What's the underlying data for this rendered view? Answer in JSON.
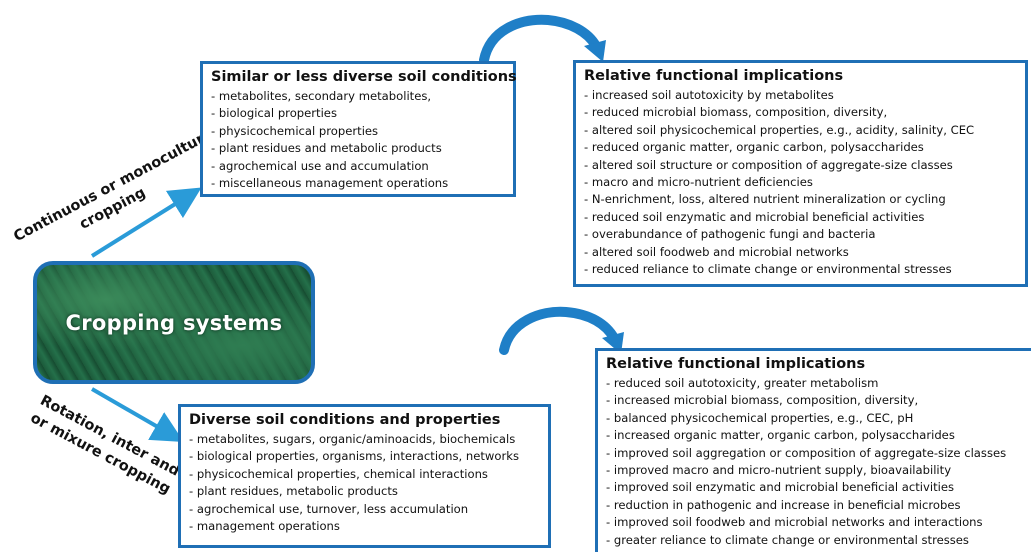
{
  "center": {
    "label": "Cropping systems"
  },
  "branch_continuous": {
    "label_line1": "Continuous or monoculture",
    "label_line2": "cropping"
  },
  "branch_rotation": {
    "label_line1": "Rotation, inter and",
    "label_line2": "or mixure cropping"
  },
  "similar_box": {
    "title": "Similar or less diverse soil conditions",
    "items": [
      "- metabolites, secondary metabolites,",
      "- biological properties",
      "- physicochemical properties",
      "- plant residues and metabolic products",
      "- agrochemical use and accumulation",
      "- miscellaneous management operations"
    ]
  },
  "implications_1": {
    "title": "Relative functional implications",
    "items": [
      "- increased soil autotoxicity by metabolites",
      "- reduced microbial biomass, composition, diversity,",
      "- altered soil physicochemical properties, e.g., acidity, salinity, CEC",
      "- reduced organic matter, organic carbon, polysaccharides",
      "- altered soil structure or composition of aggregate-size classes",
      "- macro and micro-nutrient deficiencies",
      "- N-enrichment, loss, altered nutrient mineralization or cycling",
      "- reduced soil enzymatic and microbial beneficial activities",
      "- overabundance of pathogenic fungi and bacteria",
      "- altered soil foodweb and microbial networks",
      "- reduced reliance to climate change or environmental stresses"
    ]
  },
  "diverse_box": {
    "title": "Diverse soil conditions and properties",
    "items": [
      "- metabolites, sugars, organic/aminoacids, biochemicals",
      "- biological properties, organisms, interactions, networks",
      "- physicochemical properties, chemical interactions",
      "- plant residues, metabolic products",
      "- agrochemical use, turnover, less accumulation",
      "- management operations"
    ]
  },
  "implications_2": {
    "title": "Relative functional implications",
    "items": [
      "- reduced soil autotoxicity, greater metabolism",
      "- increased microbial biomass, composition, diversity,",
      "- balanced physicochemical properties, e.g., CEC, pH",
      "- increased organic matter, organic carbon, polysaccharides",
      "- improved soil aggregation or composition of aggregate-size classes",
      "- improved  macro and micro-nutrient supply, bioavailability",
      "- improved soil enzymatic and microbial beneficial activities",
      "- reduction in pathogenic and increase in beneficial microbes",
      "- improved soil foodweb and microbial networks and interactions",
      "- greater reliance to climate change or environmental stresses"
    ]
  },
  "colors": {
    "border": "#1f6fb5",
    "arrow": "#2a9bd8",
    "center_fill": "#1d5e3d"
  }
}
